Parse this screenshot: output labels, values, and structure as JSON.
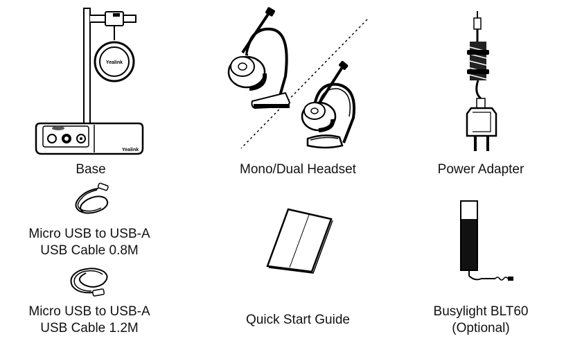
{
  "items": {
    "base": {
      "label": "Base",
      "logo_text": "Yealink"
    },
    "headset": {
      "label": "Mono/Dual Headset"
    },
    "adapter": {
      "label": "Power Adapter"
    },
    "usb_short": {
      "line1": "Micro USB to USB-A",
      "line2": "USB Cable 0.8M"
    },
    "usb_long": {
      "line1": "Micro USB to USB-A",
      "line2": "USB Cable 1.2M"
    },
    "guide": {
      "label": "Quick Start Guide"
    },
    "busylight": {
      "line1": "Busylight BLT60",
      "line2": "(Optional)"
    }
  }
}
